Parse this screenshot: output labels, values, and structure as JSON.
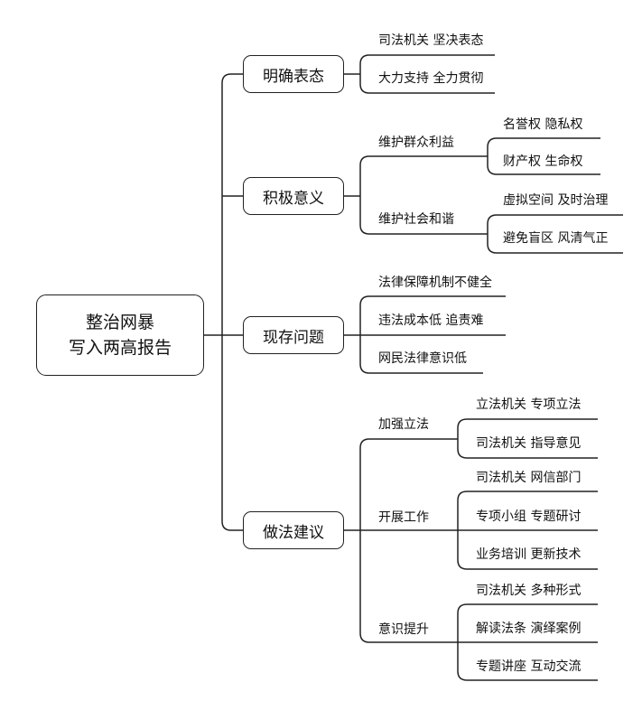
{
  "root": {
    "line1": "整治网暴",
    "line2": "写入两高报告"
  },
  "branches": [
    {
      "label": "明确表态",
      "leaves": [
        "司法机关 坚决表态",
        "大力支持 全力贯彻"
      ]
    },
    {
      "label": "积极意义",
      "subs": [
        {
          "label": "维护群众利益",
          "leaves": [
            "名誉权 隐私权",
            "财产权 生命权"
          ]
        },
        {
          "label": "维护社会和谐",
          "leaves": [
            "虚拟空间 及时治理",
            "避免盲区 风清气正"
          ]
        }
      ]
    },
    {
      "label": "现存问题",
      "leaves": [
        "法律保障机制不健全",
        "违法成本低 追责难",
        "网民法律意识低"
      ]
    },
    {
      "label": "做法建议",
      "subs": [
        {
          "label": "加强立法",
          "leaves": [
            "立法机关 专项立法",
            "司法机关 指导意见"
          ]
        },
        {
          "label": "开展工作",
          "leaves": [
            "司法机关 网信部门",
            "专项小组 专题研讨",
            "业务培训 更新技术"
          ]
        },
        {
          "label": "意识提升",
          "leaves": [
            "司法机关 多种形式",
            "解读法条 演绎案例",
            "专题讲座 互动交流"
          ]
        }
      ]
    }
  ]
}
